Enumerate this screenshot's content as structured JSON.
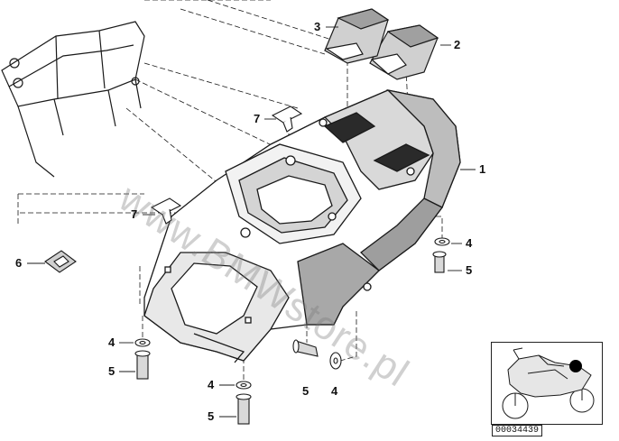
{
  "callouts": {
    "c1": "1",
    "c2": "2",
    "c3": "3",
    "c4a": "4",
    "c4b": "4",
    "c4c": "4",
    "c4d": "4",
    "c5a": "5",
    "c5b": "5",
    "c5c": "5",
    "c5d": "5",
    "c6": "6",
    "c7a": "7",
    "c7b": "7"
  },
  "watermark": "www.BMWstore.pl",
  "reference_number": "00034439",
  "colors": {
    "line": "#1a1a1a",
    "shade": "#d9d9d9",
    "dark": "#8c8c8c",
    "highlight": "#000000"
  }
}
